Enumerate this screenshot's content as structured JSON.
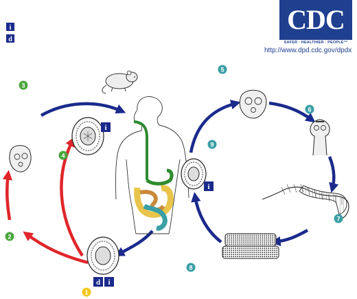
{
  "logo": {
    "text": "CDC",
    "tagline": "SAFER · HEALTHIER · PEOPLE™",
    "url": "http://www.dpd.cdc.gov/dpdx"
  },
  "legend": {
    "infective_stage": "i",
    "diagnostic_stage": "d"
  },
  "stages": [
    {
      "id": "1",
      "label": "1",
      "color": "#f2c81e"
    },
    {
      "id": "2",
      "label": "2",
      "color": "#4aa63c"
    },
    {
      "id": "3",
      "label": "3",
      "color": "#4aa63c"
    },
    {
      "id": "4",
      "label": "4",
      "color": "#4aa63c"
    },
    {
      "id": "5",
      "label": "5",
      "color": "#3a9fa4"
    },
    {
      "id": "6",
      "label": "6",
      "color": "#3a9fa4"
    },
    {
      "id": "7",
      "label": "7",
      "color": "#3a9fa4"
    },
    {
      "id": "8",
      "label": "8",
      "color": "#3a9fa4"
    },
    {
      "id": "9",
      "label": "9",
      "color": "#3a9fa4"
    }
  ],
  "badges": {
    "legend_i": "i",
    "legend_d": "d",
    "egg_upper_i": "i",
    "egg_mid_i": "i",
    "egg_bottom_d": "d",
    "egg_bottom_i": "i"
  },
  "colors": {
    "blue_arrow": "#1b2a8c",
    "red_arrow": "#e0262a",
    "badge_bg": "#1b2a8c",
    "cdc_blue": "#1f3f8f",
    "green_stage": "#4aa63c",
    "teal_stage": "#3a9fa4",
    "yellow_stage": "#f2c81e"
  }
}
